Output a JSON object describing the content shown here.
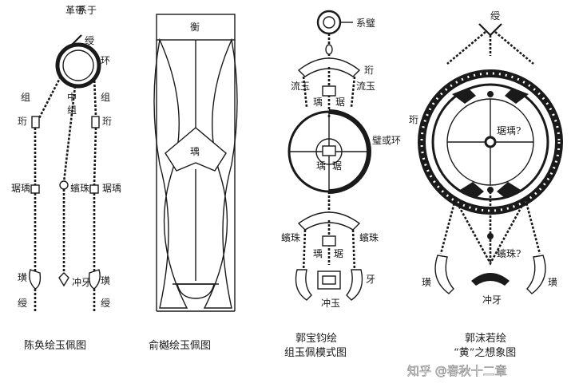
{
  "figures": [
    {
      "caption": "陈奂绘玉佩图",
      "labels": [
        "革带",
        "系于",
        "绶",
        "环",
        "组",
        "中",
        "组",
        "组",
        "珩",
        "珩",
        "琚瑀",
        "蠙珠",
        "琚瑀",
        "璜",
        "冲牙",
        "璜",
        "绶",
        "绶"
      ]
    },
    {
      "caption": "俞樾绘玉佩图",
      "labels": [
        "衡",
        "瑀"
      ]
    },
    {
      "caption_line1": "郭宝钧绘",
      "caption_line2": "组玉佩模式图",
      "labels": [
        "系璧",
        "珩",
        "流玉",
        "流玉",
        "瑀",
        "琚",
        "璧或环",
        "瑀",
        "琚",
        "蠙珠",
        "瑀",
        "琚",
        "蠙珠",
        "牙",
        "冲玉"
      ]
    },
    {
      "caption_line1": "郭沫若绘",
      "caption_line2": "“黄”之想象图",
      "labels": [
        "绶",
        "珩",
        "琚瑀?",
        "蠙珠?",
        "璜",
        "冲牙",
        "璜"
      ]
    }
  ],
  "watermark": "知乎 @春秋十二章"
}
